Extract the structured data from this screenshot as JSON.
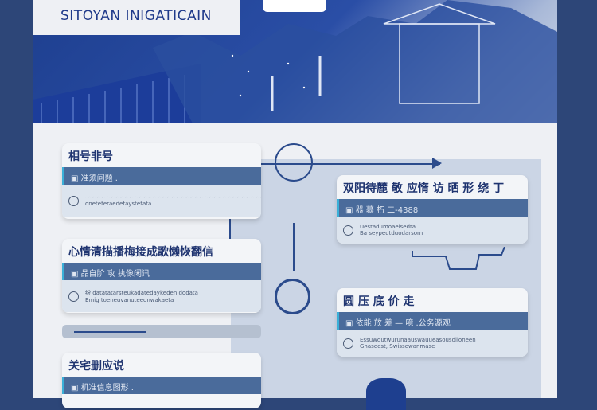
{
  "header": {
    "title": "SITOYAN INIGATICAIN"
  },
  "cards": [
    {
      "title": "相号非号",
      "bar": "▣ 准须问题 .",
      "text1": "~~~~~~~~~~~~~~~~~~~~~~~~~~~~~~~~~~~~~~",
      "text2": "oneteteraedetaystetata"
    },
    {
      "title": "心情清描播梅接成歌懒恢翻信",
      "bar": "▣ 品自阶 攻  执像闲讯",
      "text1": "纷 datatatarsteukadatedaykeden dodata",
      "text2": "Emig toeneuvanuteeonwakaeta"
    },
    {
      "title": "关宅删应说",
      "bar": "▣ 机准信息图形 .",
      "text1": "",
      "text2": ""
    },
    {
      "title": "双阳待麓 敬 应惰 访 晒 形 绕 丁",
      "bar": "▣ 器 慕 朽 二-4388",
      "text1": "Uestadumoaeisedta",
      "text2": "Ba seypeutduodarsorn"
    },
    {
      "title": "圆 压 底 价 走",
      "bar": "▣ 依能 放 差 — 噫 .公务源观",
      "text1": "Essuwdutwurunaauswauueasousdlioneen",
      "text2": "Gnaseest,  Swissewanmase"
    }
  ]
}
